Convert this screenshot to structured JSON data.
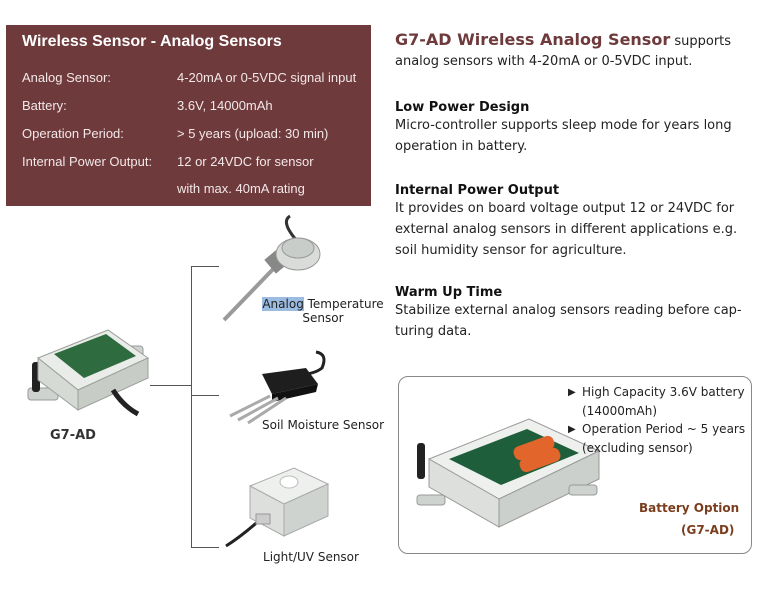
{
  "spec_box": {
    "title": "Wireless Sensor - Analog Sensors",
    "rows": [
      {
        "label": "Analog Sensor:",
        "value": "4-20mA or 0-5VDC signal input"
      },
      {
        "label": "Battery:",
        "value": "3.6V, 14000mAh"
      },
      {
        "label": "Operation Period:",
        "value": "> 5 years (upload: 30 min)"
      },
      {
        "label": "Internal Power Output:",
        "value": "12 or 24VDC for sensor"
      },
      {
        "label": "",
        "value": "with max. 40mA rating"
      }
    ]
  },
  "intro": {
    "heading": "G7-AD Wireless Analog Sensor",
    "text_line1_rest": " supports",
    "text_line2": "analog sensors with 4-20mA or 0-5VDC input."
  },
  "sections": [
    {
      "heading": "Low Power Design",
      "lines": [
        "Micro-controller supports sleep mode for years long",
        "operation in battery."
      ]
    },
    {
      "heading": "Internal Power Output",
      "lines": [
        "It provides on board voltage output 12 or 24VDC for",
        "external analog sensors in different applications e.g.",
        "soil humidity sensor for agriculture."
      ]
    },
    {
      "heading": "Warm Up Time",
      "lines": [
        "Stabilize external analog sensors reading before cap-",
        "turing data."
      ]
    }
  ],
  "device": {
    "label": "G7-AD"
  },
  "sensors": {
    "temperature": {
      "highlighted": "Analog",
      "rest": " Temperature",
      "line2": "Sensor"
    },
    "soil": {
      "label": "Soil Moisture Sensor"
    },
    "light": {
      "label": "Light/UV Sensor"
    }
  },
  "battery_option": {
    "bullets": [
      {
        "line1": "High Capacity 3.6V battery",
        "line2": "(14000mAh)"
      },
      {
        "line1": "Operation Period ~ 5 years",
        "line2": "(excluding sensor)"
      }
    ],
    "caption_line1": "Battery Option",
    "caption_line2": "(G7-AD)"
  },
  "colors": {
    "accent": "#6e3a3c",
    "box_text": "#f3e8e8",
    "device_green": "#2e6b3f",
    "battery_orange": "#e2652b",
    "caption_brown": "#7a3e1e",
    "highlight": "#9bbbe0"
  }
}
